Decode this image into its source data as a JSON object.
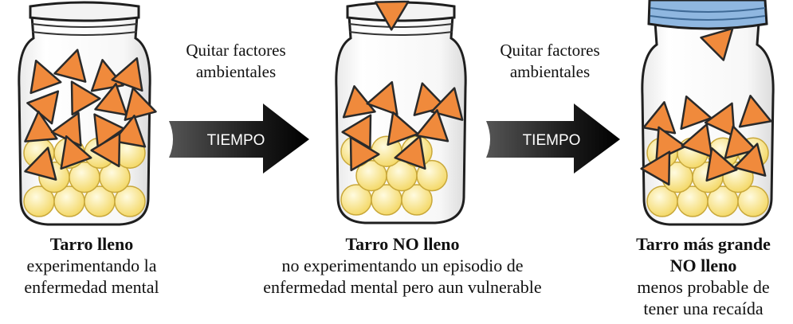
{
  "jars": [
    {
      "title": "Tarro lleno",
      "subtitle_lines": [
        "experimentando la",
        "enfermedad mental"
      ]
    },
    {
      "title": "Tarro NO lleno",
      "subtitle_lines": [
        "no experimentando un episodio de",
        "enfermedad mental pero aun vulnerable"
      ]
    },
    {
      "title_lines": [
        "Tarro más grande",
        "NO lleno"
      ],
      "subtitle_lines": [
        "menos probable de",
        "tener una recaída"
      ]
    }
  ],
  "transitions": [
    {
      "label_lines": [
        "Quitar factores",
        "ambientales"
      ],
      "arrow_label": "TIEMPO"
    },
    {
      "label_lines": [
        "Quitar factores",
        "ambientales"
      ],
      "arrow_label": "TIEMPO"
    }
  ],
  "colors": {
    "triangle": "#f08a3c",
    "ball": "#fbe58a",
    "lid": "#8fb7e0",
    "arrow": "#1a1a1a"
  }
}
